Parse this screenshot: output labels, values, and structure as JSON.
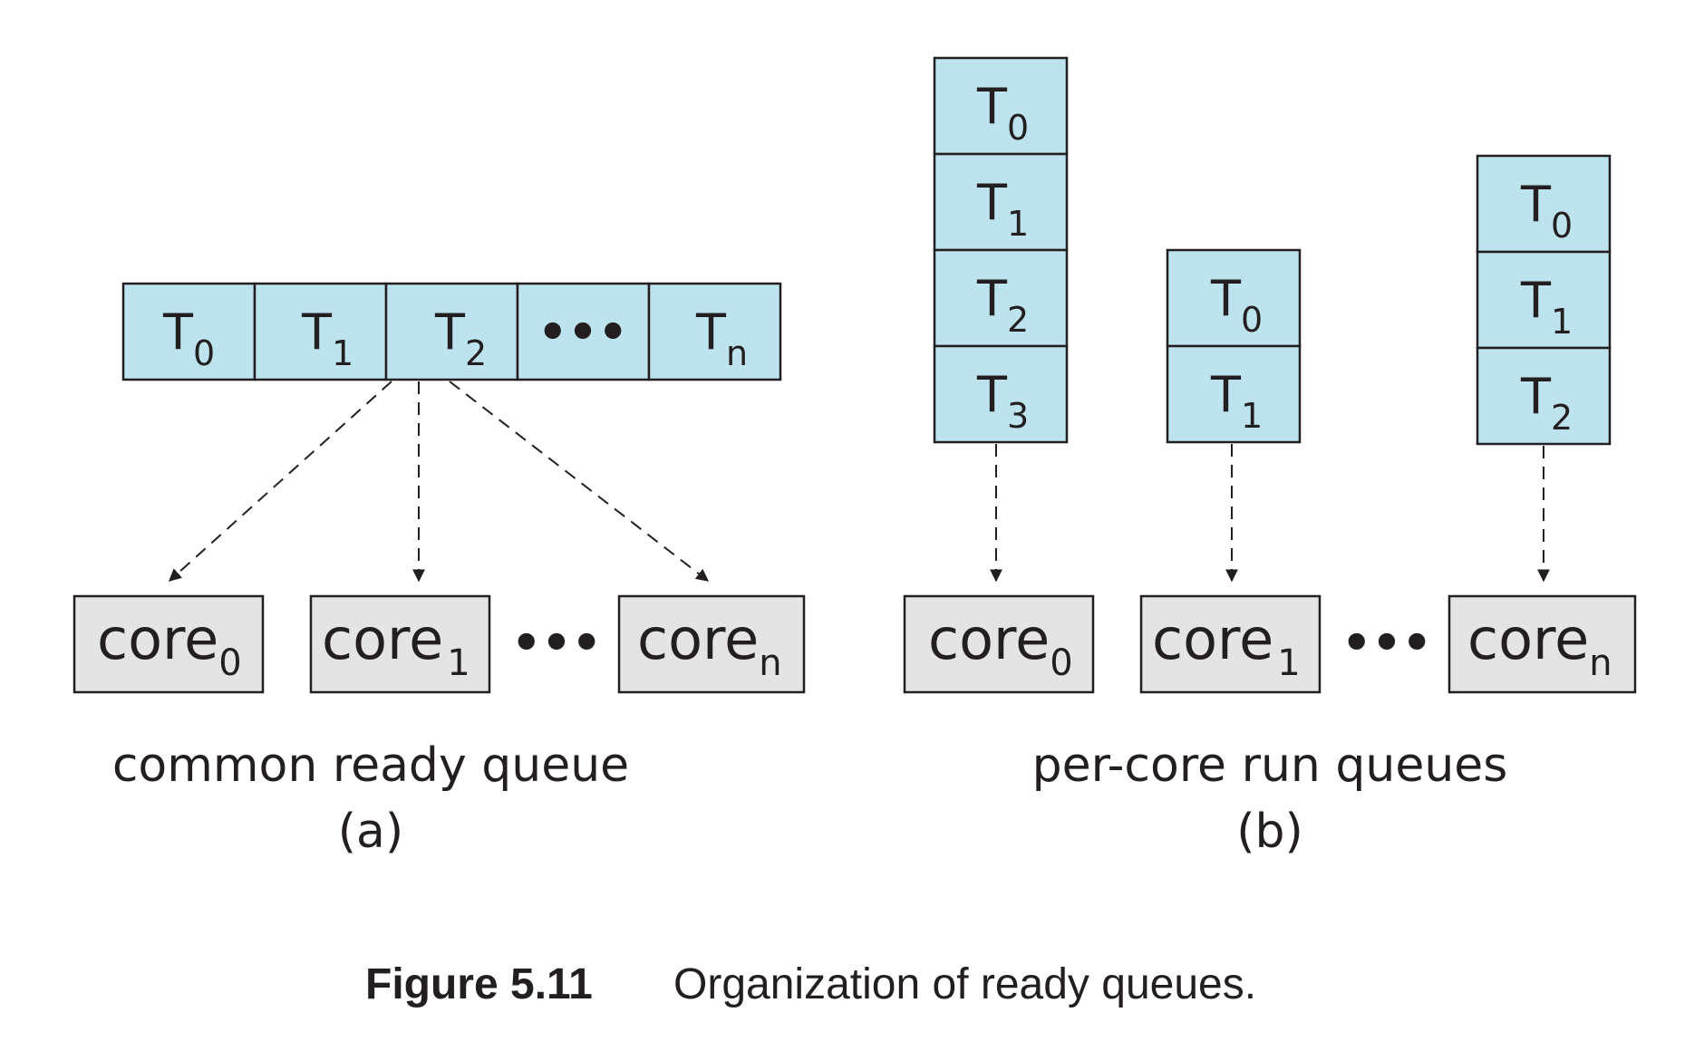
{
  "panel_a": {
    "queue": {
      "cells": [
        {
          "main": "T",
          "sub": "0"
        },
        {
          "main": "T",
          "sub": "1"
        },
        {
          "main": "T",
          "sub": "2"
        },
        {
          "main": "•••",
          "sub": ""
        },
        {
          "main": "T",
          "sub": "n"
        }
      ]
    },
    "cores": [
      {
        "main": "core",
        "sub": "0"
      },
      {
        "main": "core",
        "sub": "1"
      },
      {
        "main": "core",
        "sub": "n"
      }
    ],
    "ellipsis": "•••",
    "label": "common ready queue",
    "tag": "(a)"
  },
  "panel_b": {
    "queues": [
      [
        {
          "main": "T",
          "sub": "0"
        },
        {
          "main": "T",
          "sub": "1"
        },
        {
          "main": "T",
          "sub": "2"
        },
        {
          "main": "T",
          "sub": "3"
        }
      ],
      [
        {
          "main": "T",
          "sub": "0"
        },
        {
          "main": "T",
          "sub": "1"
        }
      ],
      [
        {
          "main": "T",
          "sub": "0"
        },
        {
          "main": "T",
          "sub": "1"
        },
        {
          "main": "T",
          "sub": "2"
        }
      ]
    ],
    "cores": [
      {
        "main": "core",
        "sub": "0"
      },
      {
        "main": "core",
        "sub": "1"
      },
      {
        "main": "core",
        "sub": "n"
      }
    ],
    "ellipsis": "•••",
    "label": "per-core run queues",
    "tag": "(b)"
  },
  "caption": {
    "number": "Figure 5.11",
    "text": "Organization of ready queues."
  },
  "colors": {
    "task_fill": "#bde3ee",
    "core_fill": "#e4e4e4",
    "stroke": "#231f20"
  }
}
